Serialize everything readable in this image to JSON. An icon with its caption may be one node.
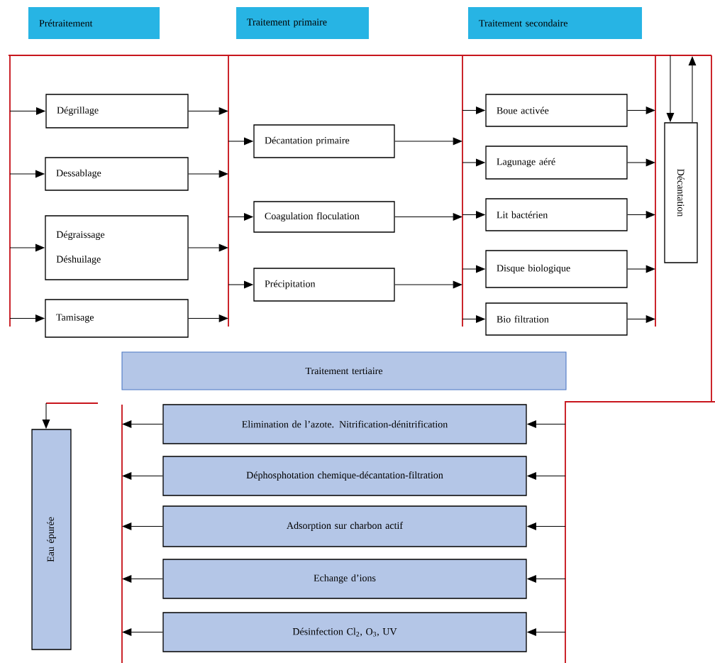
{
  "diagram": {
    "nodes": [
      {
        "text": [
          "Prétraitement"
        ]
      },
      {
        "text": [
          "Traitement primaire"
        ]
      },
      {
        "text": [
          "Traitement secondaire"
        ]
      },
      {
        "text": [
          "Dégrillage"
        ]
      },
      {
        "text": [
          "Dessablage"
        ]
      },
      {
        "text": [
          "Dégraissage Déshuilage"
        ]
      },
      {
        "text": [
          "Tamisage"
        ]
      },
      {
        "text": [
          "Décantation primaire"
        ]
      },
      {
        "text": [
          "Coagulation floculation"
        ]
      },
      {
        "text": [
          "Précipitation"
        ]
      },
      {
        "text": [
          "Boue activée"
        ]
      },
      {
        "text": [
          "Lagunage aéré"
        ]
      },
      {
        "text": [
          "Lit bactérien"
        ]
      },
      {
        "text": [
          "Disque biologique"
        ]
      },
      {
        "text": [
          "Bio filtration"
        ]
      },
      {
        "text": [
          "Décantation"
        ]
      },
      {
        "text": [
          "Traitement tertiaire"
        ]
      },
      {
        "text": [
          "Eau épurée"
        ]
      },
      {
        "text": [
          "Elimination de l’azote. Nitrification-dénitrification"
        ]
      },
      {
        "text": [
          "Déphosphotation chemique-décantation-filtration"
        ]
      },
      {
        "text": [
          "Adsorption sur charbon actif"
        ]
      },
      {
        "text": [
          "Echange d’ions"
        ]
      },
      {
        "text": [
          "Désinfection Cl$_{2}$, O$_{3}$, UV"
        ]
      }
    ],
    "edges": [
      {
        "from": null,
        "to": 3,
        "arrow": "to"
      },
      {
        "from": 3,
        "to": null,
        "arrow": "to"
      },
      {
        "from": null,
        "to": 4,
        "arrow": "to"
      },
      {
        "from": 4,
        "to": null,
        "arrow": "to"
      },
      {
        "from": null,
        "to": 5,
        "arrow": "to"
      },
      {
        "from": 5,
        "to": null,
        "arrow": "to"
      },
      {
        "from": null,
        "to": 6,
        "arrow": "to"
      },
      {
        "from": 6,
        "to": null,
        "arrow": "to"
      },
      {
        "from": null,
        "to": 7,
        "arrow": "to"
      },
      {
        "from": 7,
        "to": null,
        "arrow": "to"
      },
      {
        "from": null,
        "to": 8,
        "arrow": "to"
      },
      {
        "from": 8,
        "to": null,
        "arrow": "to"
      },
      {
        "from": null,
        "to": 9,
        "arrow": "to"
      },
      {
        "from": 9,
        "to": null,
        "arrow": "to"
      },
      {
        "from": null,
        "to": 10,
        "arrow": "to"
      },
      {
        "from": 10,
        "to": null,
        "arrow": "to"
      },
      {
        "from": null,
        "to": 11,
        "arrow": "to"
      },
      {
        "from": 11,
        "to": null,
        "arrow": "to"
      },
      {
        "from": null,
        "to": 12,
        "arrow": "to"
      },
      {
        "from": 12,
        "to": null,
        "arrow": "to"
      },
      {
        "from": null,
        "to": 13,
        "arrow": "to"
      },
      {
        "from": 13,
        "to": null,
        "arrow": "to"
      },
      {
        "from": null,
        "to": 14,
        "arrow": "to"
      },
      {
        "from": 14,
        "to": null,
        "arrow": "to"
      },
      {
        "from": null,
        "to": 15,
        "arrow": "to"
      },
      {
        "from": 15,
        "to": null,
        "arrow": "to"
      },
      {
        "from": null,
        "to": 17,
        "arrow": "to"
      },
      {
        "from": null,
        "to": 18,
        "arrow": "to"
      },
      {
        "from": 18,
        "to": null,
        "arrow": "to"
      },
      {
        "from": null,
        "to": 19,
        "arrow": "to"
      },
      {
        "from": 19,
        "to": null,
        "arrow": "to"
      },
      {
        "from": null,
        "to": 20,
        "arrow": "to"
      },
      {
        "from": 20,
        "to": null,
        "arrow": "to"
      },
      {
        "from": null,
        "to": 21,
        "arrow": "to"
      },
      {
        "from": 21,
        "to": null,
        "arrow": "to"
      },
      {
        "from": null,
        "to": 22,
        "arrow": "to"
      },
      {
        "from": 22,
        "to": null,
        "arrow": "to"
      }
    ]
  }
}
